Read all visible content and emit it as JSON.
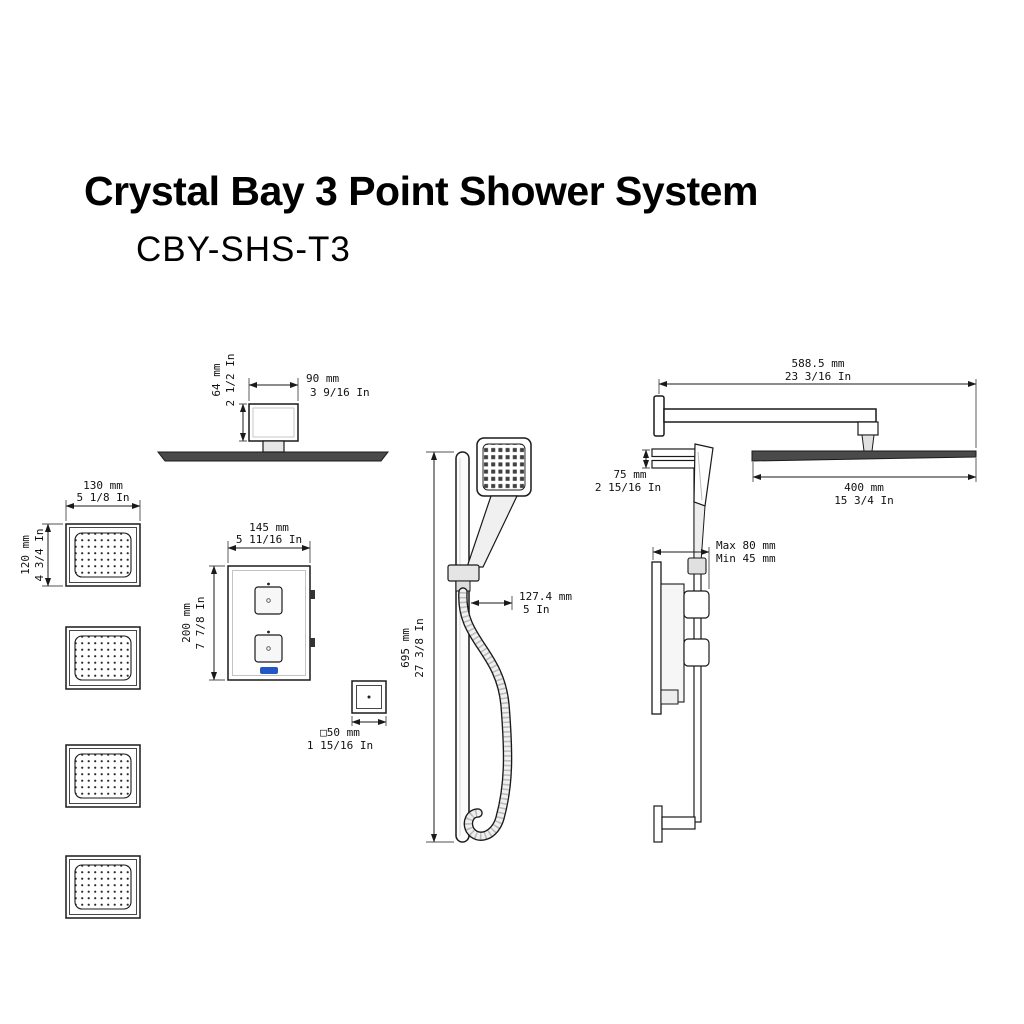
{
  "title": "Crystal Bay 3 Point Shower System",
  "model": "CBY-SHS-T3",
  "rain_head_front": {
    "arm_height_mm": "64 mm",
    "arm_height_in": "2 1/2 In",
    "arm_width_mm": "90 mm",
    "arm_width_in": "3 9/16 In"
  },
  "body_jet": {
    "width_mm": "130 mm",
    "width_in": "5 1/8 In",
    "height_mm": "120 mm",
    "height_in": "4 3/4 In"
  },
  "valve": {
    "width_mm": "145 mm",
    "width_in": "5 11/16 In",
    "height_mm": "200 mm",
    "height_in": "7 7/8 In",
    "trim_mm": "□50 mm",
    "trim_in": "1 15/16 In"
  },
  "handshower": {
    "bar_mm": "695 mm",
    "bar_in": "27 3/8 In",
    "offset_mm": "127.4 mm",
    "offset_in": "5 In"
  },
  "side_view": {
    "arm_length_mm": "588.5 mm",
    "arm_length_in": "23 3/16 In",
    "mount_mm": "75 mm",
    "mount_in": "2 15/16 In",
    "head_mm": "400 mm",
    "head_in": "15 3/4 In",
    "depth_max": "Max 80 mm",
    "depth_min": "Min 45 mm"
  }
}
